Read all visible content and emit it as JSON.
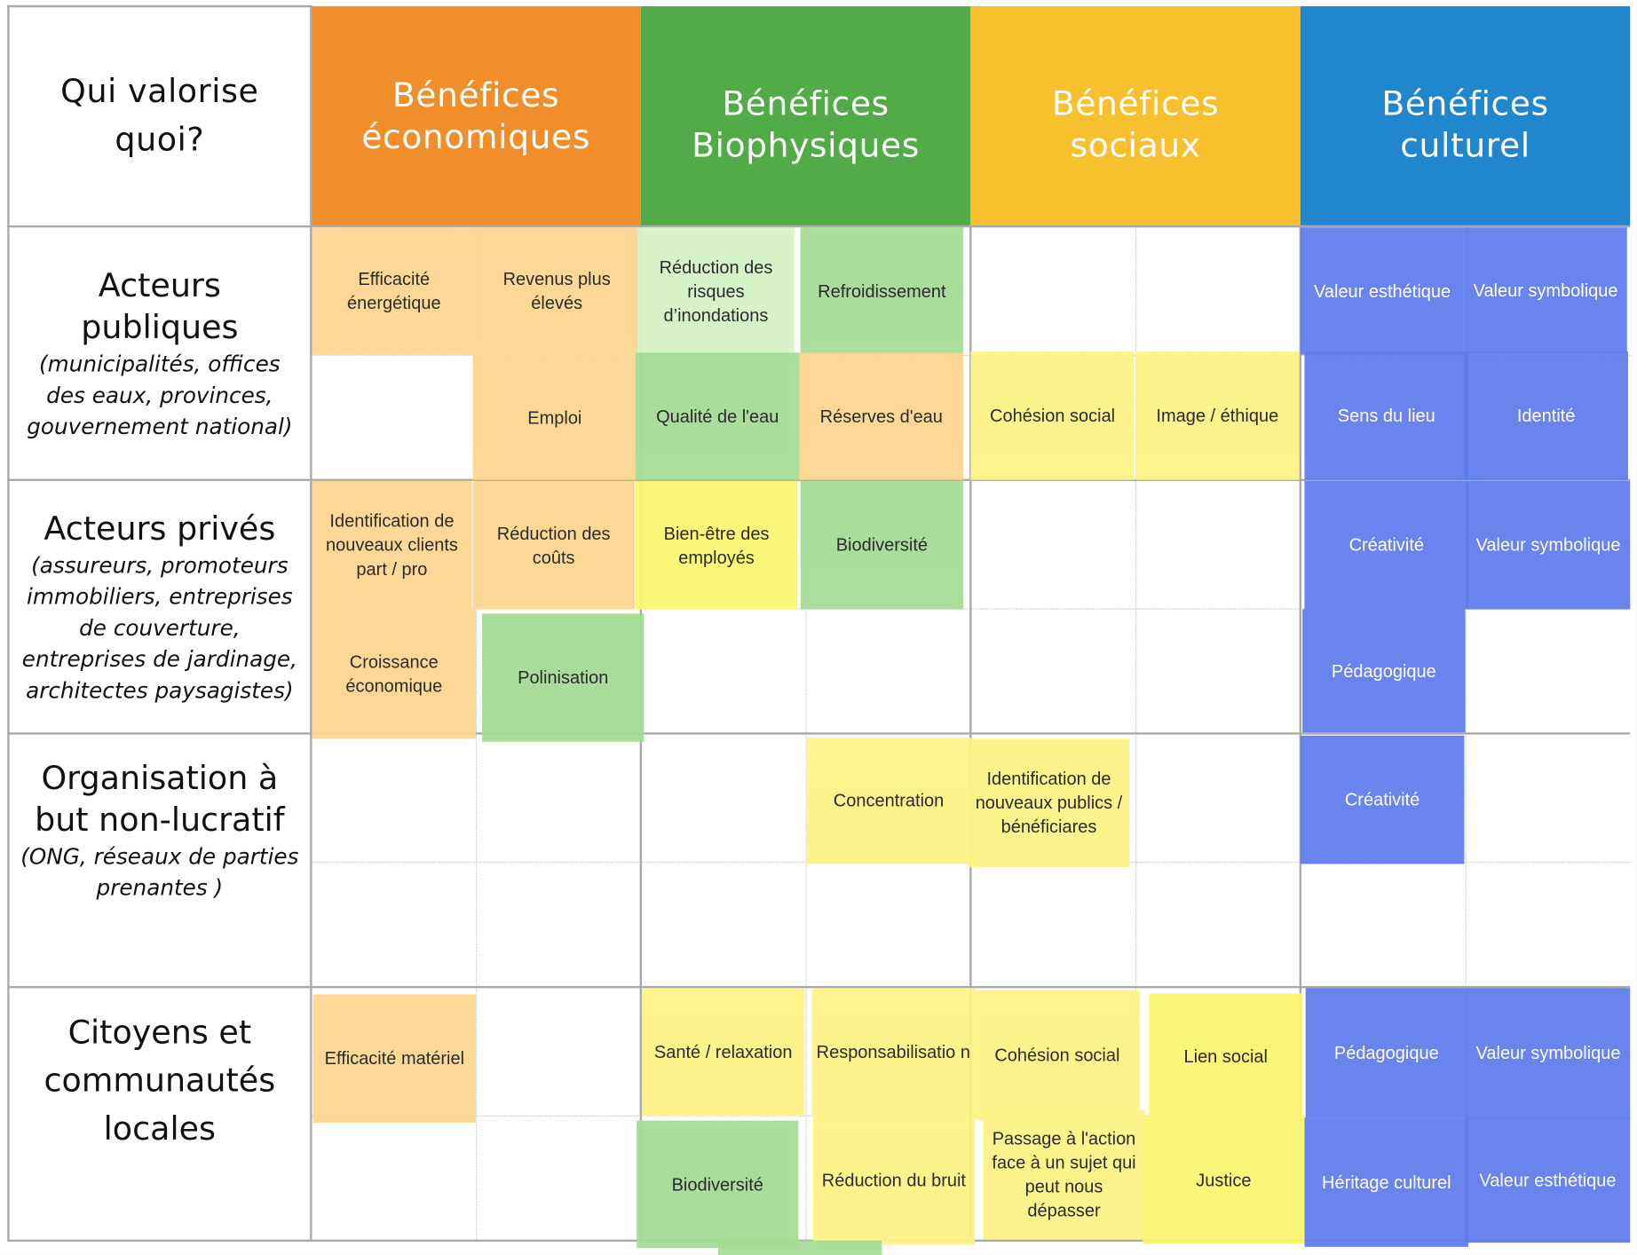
{
  "corner": "Qui valorise\nquoi?",
  "headers": [
    {
      "label": "Bénéfices\néconomiques",
      "color": "#F18E2C"
    },
    {
      "label": "Bénéfices\nBiophysiques",
      "color": "#52AB48"
    },
    {
      "label": "Bénéfices\nsociaux",
      "color": "#F8BF2E"
    },
    {
      "label": "Bénéfices\nculturel",
      "color": "#2286CC"
    }
  ],
  "rows": [
    {
      "title": "Acteurs\npubliques",
      "subtitle": "(municipalités, offices\ndes eaux, provinces,\ngouvernement national)"
    },
    {
      "title": "Acteurs privés",
      "subtitle": "(assureurs, promoteurs\nimmobiliers, entreprises\nde couverture,\nentreprises de jardinage,\narchitectes paysagistes)"
    },
    {
      "title": "Organisation à\nbut non-lucratif",
      "subtitle": "(ONG, réseaux de parties\nprenantes )"
    },
    {
      "title": "Citoyens et\ncommunautés\nlocales",
      "subtitle": ""
    }
  ],
  "note_colors": {
    "orange": "#FDD58E",
    "lightgreen": "#D5F2C3",
    "green": "#A3DB95",
    "yellow": "#FDF385",
    "brightyellow": "#FBF76E",
    "blue": "#5E7BEC"
  },
  "notes": [
    {
      "text": "Efficacité énergétique",
      "color": "orange"
    },
    {
      "text": "Revenus plus élevés",
      "color": "orange"
    },
    {
      "text": "Réduction des risques d’inondations",
      "color": "lightgreen"
    },
    {
      "text": "Refroidissement",
      "color": "green"
    },
    {
      "text": "Valeur esthétique",
      "color": "blue"
    },
    {
      "text": "Valeur symbolique",
      "color": "blue"
    },
    {
      "text": "Emploi",
      "color": "orange"
    },
    {
      "text": "Qualité de l'eau",
      "color": "green"
    },
    {
      "text": "Réserves d'eau",
      "color": "orange"
    },
    {
      "text": "Cohésion social",
      "color": "yellow"
    },
    {
      "text": "Image / éthique",
      "color": "yellow"
    },
    {
      "text": "Sens du lieu",
      "color": "blue"
    },
    {
      "text": "Identité",
      "color": "blue"
    },
    {
      "text": "Identification de nouveaux clients part / pro",
      "color": "orange"
    },
    {
      "text": "Réduction des coûts",
      "color": "orange"
    },
    {
      "text": "Bien-être des employés",
      "color": "brightyellow"
    },
    {
      "text": "Biodiversité",
      "color": "green"
    },
    {
      "text": "Créativité",
      "color": "blue"
    },
    {
      "text": "Valeur symbolique",
      "color": "blue"
    },
    {
      "text": "Croissance économique",
      "color": "orange"
    },
    {
      "text": "Polinisation",
      "color": "green"
    },
    {
      "text": "Pédagogique",
      "color": "blue"
    },
    {
      "text": "Concentration",
      "color": "yellow"
    },
    {
      "text": "Identification de nouveaux publics / bénéficiares",
      "color": "yellow"
    },
    {
      "text": "Créativité",
      "color": "blue"
    },
    {
      "text": "Efficacité matériel",
      "color": "orange"
    },
    {
      "text": "Santé / relaxation",
      "color": "yellow"
    },
    {
      "text": "Responsabilisatio n",
      "color": "yellow"
    },
    {
      "text": "Cohésion social",
      "color": "yellow"
    },
    {
      "text": "Lien social",
      "color": "brightyellow"
    },
    {
      "text": "Pédagogique",
      "color": "blue"
    },
    {
      "text": "Valeur symbolique",
      "color": "blue"
    },
    {
      "text": "Biodiversité",
      "color": "green"
    },
    {
      "text": "Réduction du bruit",
      "color": "yellow"
    },
    {
      "text": "Passage à l'action face à un sujet qui peut nous dépasser",
      "color": "yellow"
    },
    {
      "text": "Justice",
      "color": "brightyellow"
    },
    {
      "text": "Héritage culturel",
      "color": "blue"
    },
    {
      "text": "Valeur esthétique",
      "color": "blue"
    },
    {
      "text": "",
      "color": "green"
    }
  ]
}
